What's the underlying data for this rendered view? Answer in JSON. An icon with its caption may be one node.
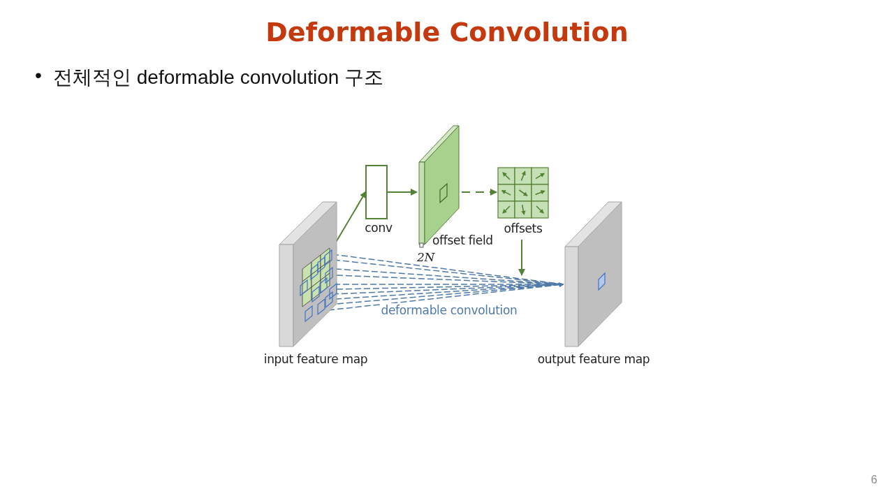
{
  "diagram": {
    "title": "Deformable Convolution",
    "nodes": [
      {
        "text": [
          "input feature map"
        ]
      },
      {
        "text": [
          "conv"
        ]
      },
      {
        "text": [
          "offset field"
        ],
        "beside": [
          "2N"
        ]
      },
      {
        "text": [
          "offsets"
        ]
      },
      {
        "text": [
          "output feature map"
        ]
      }
    ],
    "edges": [
      {
        "from": 0,
        "to": 1,
        "arrow": "to"
      },
      {
        "from": 1,
        "to": 2,
        "arrow": "to"
      },
      {
        "from": 2,
        "to": 3,
        "arrow": "to",
        "style": "dashed"
      },
      {
        "from": 3,
        "to": 4,
        "arrow": "to"
      },
      {
        "from": 0,
        "to": 4,
        "arrow": "to",
        "style": "dashed",
        "color": "#4f79a8",
        "label": "deformable convolution"
      }
    ],
    "labels": [
      "•",
      "전체적인 deformable convolution 구조",
      "6"
    ]
  }
}
